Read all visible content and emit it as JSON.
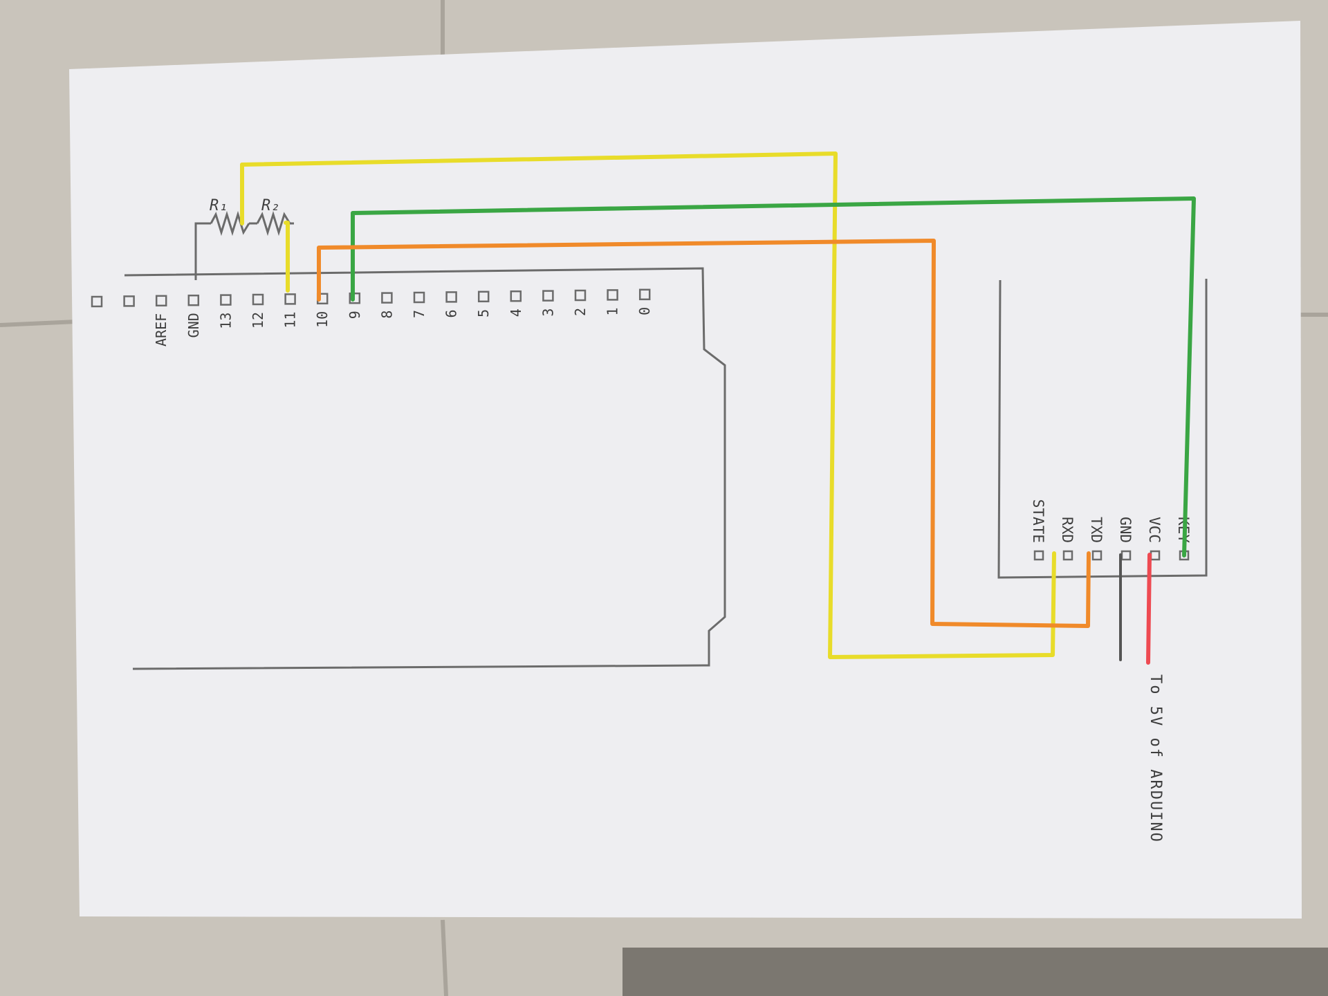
{
  "colors": {
    "tile": "#c9c4bb",
    "paper": "#eeeef1",
    "pencil": "#6b6b6b",
    "wire_yellow": "#e8dc2a",
    "wire_green": "#3aa644",
    "wire_orange": "#f08a2a",
    "wire_red": "#ee4a52",
    "wire_gray": "#555555"
  },
  "arduino": {
    "pins": [
      {
        "id": "blank-a",
        "label": ""
      },
      {
        "id": "blank-b",
        "label": ""
      },
      {
        "id": "aref",
        "label": "AREF"
      },
      {
        "id": "gnd",
        "label": "GND"
      },
      {
        "id": "13",
        "label": "13"
      },
      {
        "id": "12",
        "label": "12"
      },
      {
        "id": "11",
        "label": "11"
      },
      {
        "id": "10",
        "label": "10"
      },
      {
        "id": "9",
        "label": "9"
      },
      {
        "id": "8",
        "label": "8"
      },
      {
        "id": "7",
        "label": "7"
      },
      {
        "id": "6",
        "label": "6"
      },
      {
        "id": "5",
        "label": "5"
      },
      {
        "id": "4",
        "label": "4"
      },
      {
        "id": "3",
        "label": "3"
      },
      {
        "id": "2",
        "label": "2"
      },
      {
        "id": "1",
        "label": "1"
      },
      {
        "id": "0",
        "label": "0"
      }
    ]
  },
  "resistors": [
    {
      "id": "r1",
      "label": "R₁"
    },
    {
      "id": "r2",
      "label": "R₂"
    }
  ],
  "bt_module": {
    "pins": [
      {
        "id": "key",
        "label": "KEY"
      },
      {
        "id": "vcc",
        "label": "VCC"
      },
      {
        "id": "gnd",
        "label": "GND"
      },
      {
        "id": "txd",
        "label": "TXD"
      },
      {
        "id": "rxd",
        "label": "RXD"
      },
      {
        "id": "state",
        "label": "STATE"
      }
    ]
  },
  "connections": [
    {
      "id": "yellow",
      "from": "Arduino 11 / resistor divider",
      "to": "RXD",
      "color": "wire_yellow"
    },
    {
      "id": "green",
      "from": "Arduino 9",
      "to": "KEY",
      "color": "wire_green"
    },
    {
      "id": "orange",
      "from": "Arduino 10",
      "to": "TXD",
      "color": "wire_orange"
    },
    {
      "id": "red",
      "from": "VCC",
      "to": "5V",
      "color": "wire_red"
    },
    {
      "id": "gray",
      "from": "GND",
      "to": "GND",
      "color": "wire_gray"
    }
  ],
  "note": "To 5V of ARDUINO"
}
